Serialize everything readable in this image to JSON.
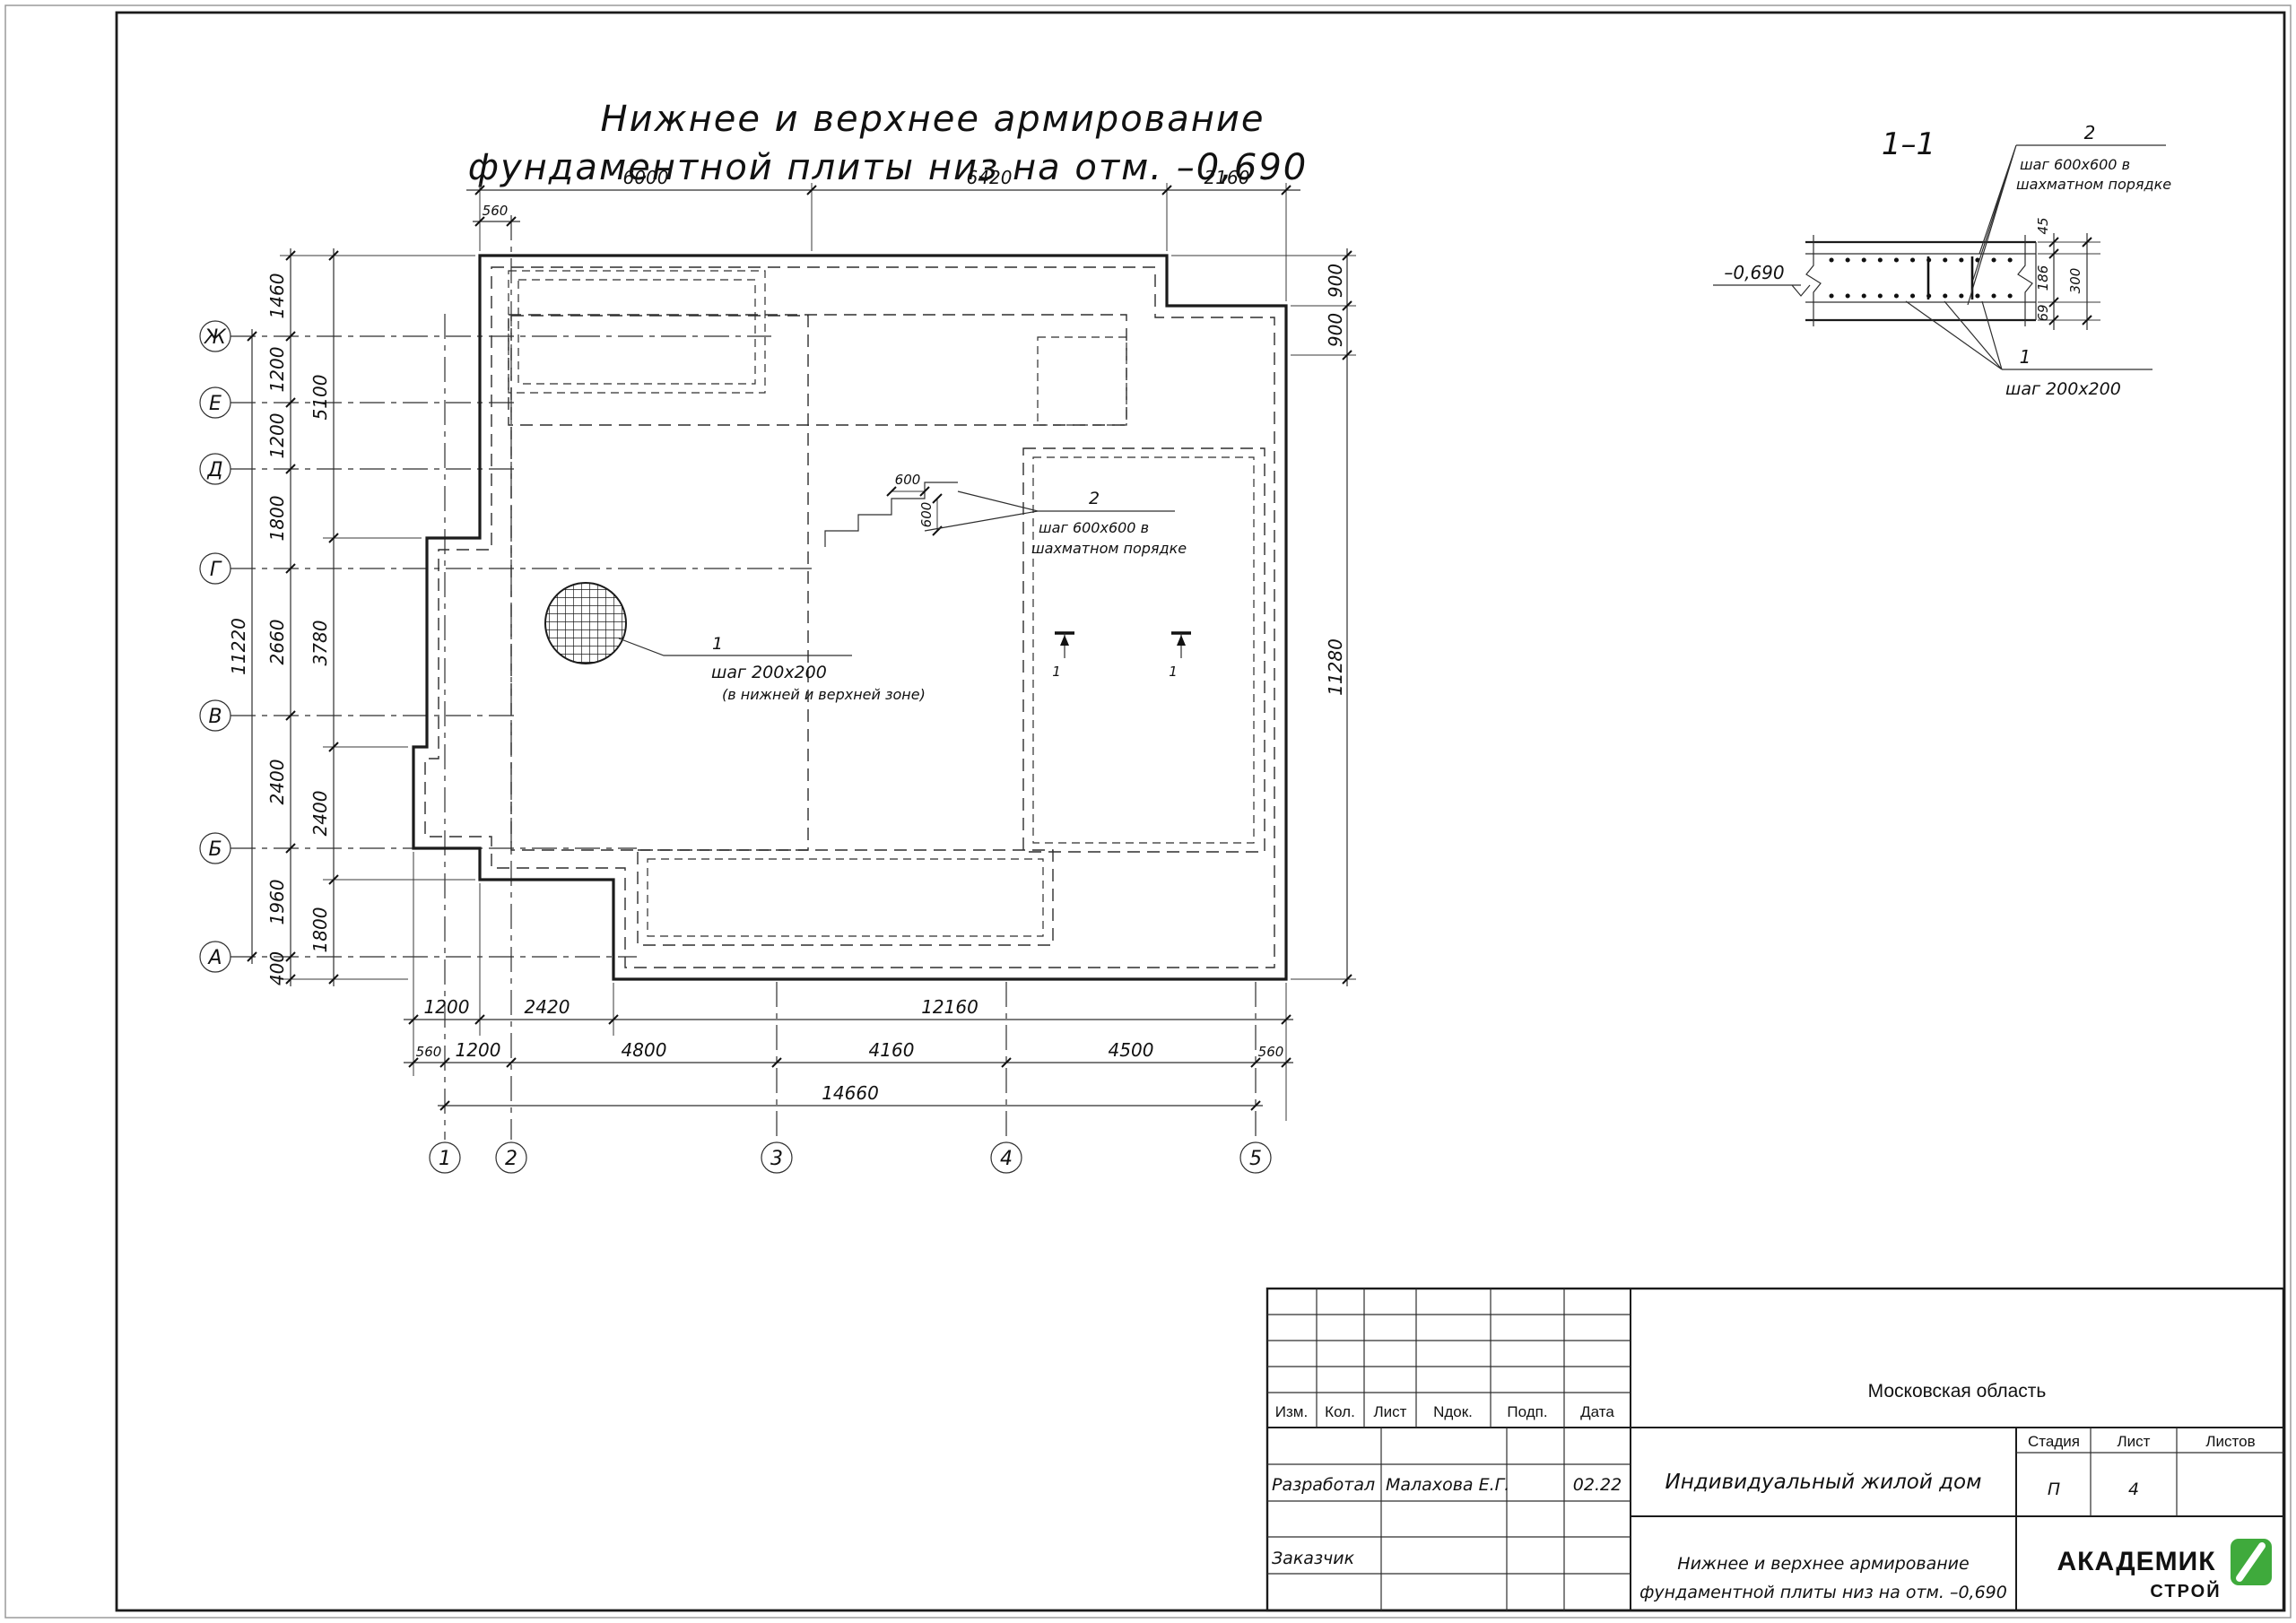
{
  "page": {
    "title_line1": "Нижнее и верхнее армирование",
    "title_line2": "фундаментной плиты низ на отм. –0,690"
  },
  "plan": {
    "row_axes": [
      "Ж",
      "Е",
      "Д",
      "Г",
      "В",
      "Б",
      "А"
    ],
    "col_axes": [
      "1",
      "2",
      "3",
      "4",
      "5"
    ],
    "top": [
      "6000",
      "6420",
      "2160"
    ],
    "top_sub": "560",
    "right": [
      "900",
      "900",
      "11280"
    ],
    "left_outer": [
      "1460",
      "1200",
      "1200",
      "1800",
      "2660",
      "2400",
      "1960",
      "400"
    ],
    "left_overall": "11220",
    "left_inner": [
      "5100",
      "3780",
      "2400",
      "1800"
    ],
    "bottom1": [
      "1200",
      "2420",
      "12160"
    ],
    "bottom2": [
      "560",
      "1200",
      "4800",
      "4160",
      "4500",
      "560"
    ],
    "bottom_overall": "14660",
    "callout1": {
      "num": "1",
      "line1": "шаг 200х200",
      "line2": "(в нижней и верхней зоне)"
    },
    "callout2": {
      "num": "2",
      "line1": "шаг 600х600 в",
      "line2": "шахматном порядке"
    },
    "step_dim": "600",
    "cut_label": "1"
  },
  "section": {
    "title": "1–1",
    "elevation": "–0,690",
    "callout_top": {
      "num": "2",
      "line1": "шаг 600х600 в",
      "line2": "шахматном порядке"
    },
    "callout_bottom": {
      "num": "1",
      "line1": "шаг 200х200"
    },
    "dims": [
      "45",
      "186",
      "69"
    ],
    "dim_overall": "300"
  },
  "title_block": {
    "headers": [
      "Изм.",
      "Кол.",
      "Лист",
      "Nдок.",
      "Подп.",
      "Дата"
    ],
    "row_developed": {
      "role": "Разработал",
      "name": "Малахова Е.Г.",
      "date": "02.22"
    },
    "row_customer": {
      "role": "Заказчик"
    },
    "region": "Московская область",
    "object": "Индивидуальный жилой дом",
    "stage_label": "Стадия",
    "sheet_label": "Лист",
    "sheets_label": "Листов",
    "stage": "П",
    "sheet": "4",
    "doc_title_line1": "Нижнее и верхнее армирование",
    "doc_title_line2": "фундаментной плиты низ на отм. –0,690",
    "logo_line1": "АКАДЕМИК",
    "logo_line2": "СТРОЙ"
  },
  "colors": {
    "logo_teal": "#0e8a85",
    "logo_green": "#3faa3c",
    "line": "#1b1b1b"
  }
}
